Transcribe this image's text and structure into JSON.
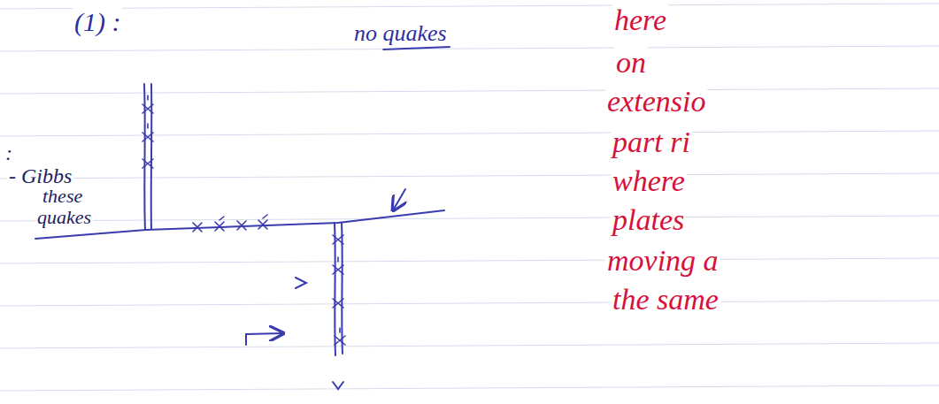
{
  "diagram": {
    "labels": [
      "(1) :",
      "no quakes",
      "here",
      "on",
      "extensio",
      "part ri",
      "where",
      "plates",
      "moving a",
      "the same",
      ":",
      "- Gibbs",
      "these",
      "quakes"
    ]
  }
}
